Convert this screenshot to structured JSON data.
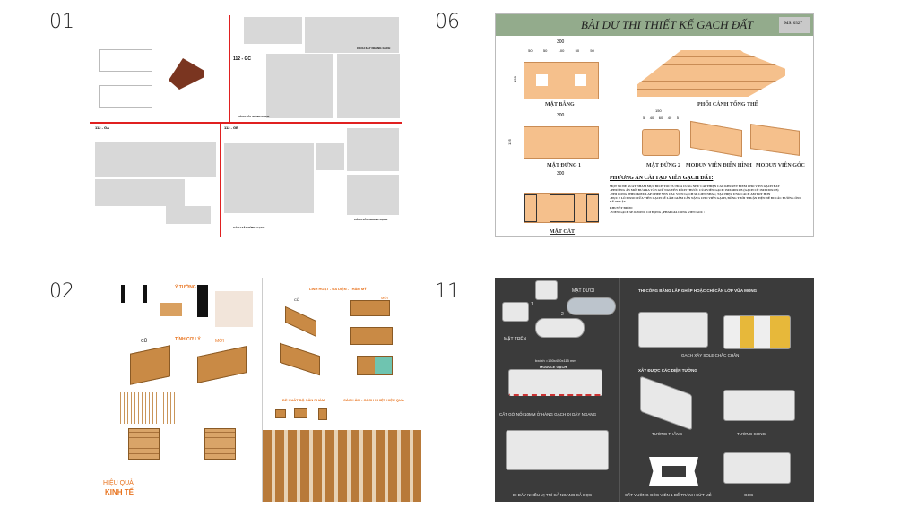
{
  "labels": {
    "p01": "01",
    "p06": "06",
    "p02": "02",
    "p11": "11"
  },
  "panel01": {
    "section_a": "112 - GC",
    "section_b": "112 - GA",
    "section_c": "112 - GB",
    "caption_a": "CÁCH XÂY NGANG GẠCH",
    "caption_b": "CÁCH XÂY ĐỨNG GẠCH",
    "caption_c": "CÁCH XÂY ĐỨNG GẠCH",
    "caption_d": "CÁCH XÂY NGANG GẠCH"
  },
  "panel06": {
    "title": "BÀI DỰ THI THIẾT KẾ GẠCH ĐẤT",
    "code": "MS: 0327",
    "dims": {
      "width": "300",
      "parts": [
        "50",
        "50",
        "100",
        "50",
        "50"
      ],
      "height": "150",
      "h2": "125",
      "w2": "150",
      "parts2": [
        "5",
        "40",
        "60",
        "40",
        "5"
      ]
    },
    "captions": [
      "MẶT BẰNG",
      "PHỐI CẢNH TỔNG THỂ",
      "MẶT ĐỨNG 1",
      "MẶT ĐỨNG 2",
      "MODUN VIÊN ĐIỂN HÌNH",
      "MODUN VIÊN GÓC",
      "MẶT CẮT"
    ],
    "heading": "PHƯƠNG ÁN CẢI TẠO VIÊN GẠCH ĐẤT:",
    "body": [
      "MỘT SỐ ĐỀ XUẤT NHẰM MỤC ĐÍCH TỐI ƯU HÓA CŨNG NHƯ CẢI THIỆN CÁC KHUYẾT ĐIỂM CHO VIÊN GẠCH ĐẤT",
      "- PHƯƠNG ÁN MỚI ĐƯA RA VẪN GIỮ NGUYÊN KÍCH THƯỚC CỦA VIÊN GẠCH 150X300X125 (GẠCH CŨ 150X150X125)",
      "- THI CÔNG THEO KIỂU LẮP GHÉP NÊN CÁC VIÊN GẠCH SẼ LIÊN NHAU, TẠO HIỆU ỨNG CÁCH ÂM TỐT HƠN",
      "- ĐỤC 2 LỖ 50X50 GIỮA VIÊN GẠCH SẼ LÀM GIẢM CÂN NẶNG CHO VIÊN GẠCH, ĐỒNG THỜI THUẬN TIỆN ĐỂ ĐI CÁC ĐƯỜNG ỐNG KỸ THUẬT.",
      "KHUYẾT ĐIỂM:",
      "- VIÊN GẠCH SẼ KHÔNG CƠ ĐỘNG , PHẢI GIA CÔNG VIÊN GÓC /"
    ]
  },
  "panel02": {
    "idea": "Ý TƯỞNG",
    "logic": "TÍNH CƠ LÝ",
    "old": "CŨ",
    "new": "MỚI",
    "flex": "LINH HOẠT - ĐA DIỆN - THẨM MỸ",
    "proposal": "ĐỀ XUẤT BỘ SẢN PHẨM",
    "acoustic": "CÁCH ÂM - CÁCH NHIỆT HIỆU QUẢ",
    "econ1": "HIỆU QUẢ",
    "econ2": "KINH TẾ"
  },
  "panel11": {
    "bottom_face": "MẶT DƯỚI",
    "top_face": "MẶT TRÊN",
    "num1": "1",
    "num2": "2",
    "size": "bxdxh =150x450x115 mm",
    "module": "MODULE GẠCH",
    "cut1": "CẮT GỜ NỐI 10MM Ở HÀNG GẠCH ĐI DÂY NGANG",
    "wiring": "ĐI DÂY NHIỀU VỊ TRÍ CẢ NGANG CẢ DỌC",
    "assembly": "THI CÔNG BẰNG LẮP GHÉP HOẶC CHỈ CẦN LỚP VỮA MỎNG",
    "stagger": "GẠCH XÂY SOLE CHẮC CHẮN",
    "walls": "XÂY ĐƯỢC CÁC DIỆN TƯỜNG",
    "straight": "TƯỜNG THẲNG",
    "curved": "TƯỜNG CONG",
    "cut2": "CẮT VUÔNG GÓC VIÊN 1 ĐỂ TRÁNH SỨT MẺ",
    "corner": "GÓC"
  }
}
